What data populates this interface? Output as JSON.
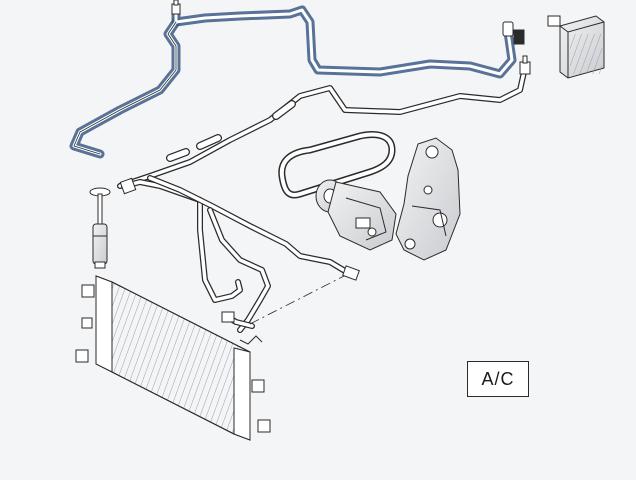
{
  "label": "A/C",
  "colors": {
    "background": "#f4f5f7",
    "outline": "#2b2b2b",
    "highlight": "#3d5a86",
    "part_fill": "#ffffff"
  },
  "parts": [
    "high-pressure-line-highlighted",
    "suction-line",
    "receiver-drier",
    "condenser",
    "compressor",
    "compressor-bracket",
    "drive-belt",
    "evaporator",
    "pressure-switch",
    "connector-plug"
  ]
}
